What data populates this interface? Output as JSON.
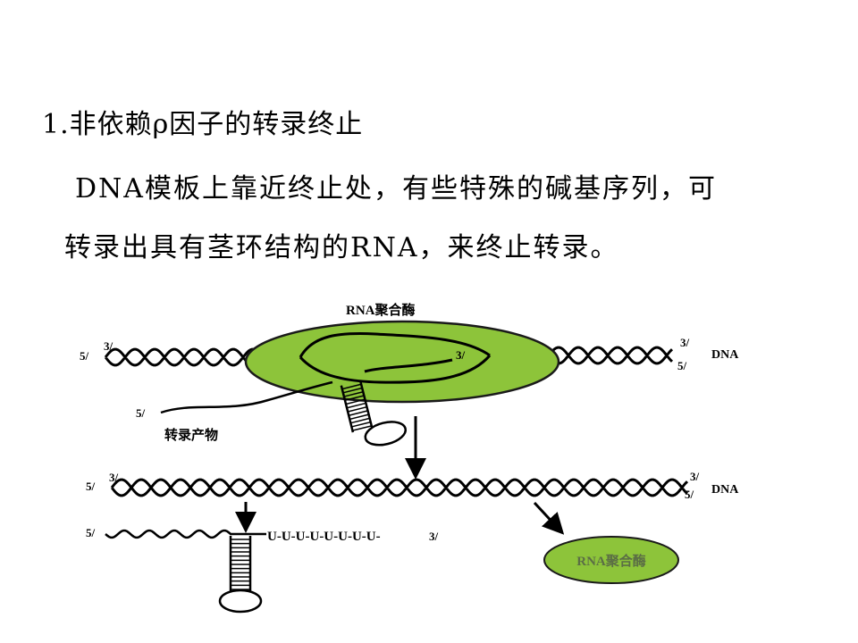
{
  "heading": "1.非依赖ρ因子的转录终止",
  "paragraph": {
    "line1": "DNA模板上靠近终止处，有些特殊的碱基序列，可",
    "line2": "转录出具有茎环结构的RNA，来终止转录。"
  },
  "diagram": {
    "polymerase_label": "RNA聚合酶",
    "dna_label": "DNA",
    "transcript_label": "转录产物",
    "five_prime": "5/",
    "three_prime": "3/",
    "inner_three_prime": "3/",
    "poly_u": "U-U-U-U-U-U-U-U-",
    "released_polymerase_label": "RNA聚合酶",
    "colors": {
      "polymerase_fill": "#8dc43a",
      "polymerase_stroke": "#1a1a1a"
    }
  }
}
